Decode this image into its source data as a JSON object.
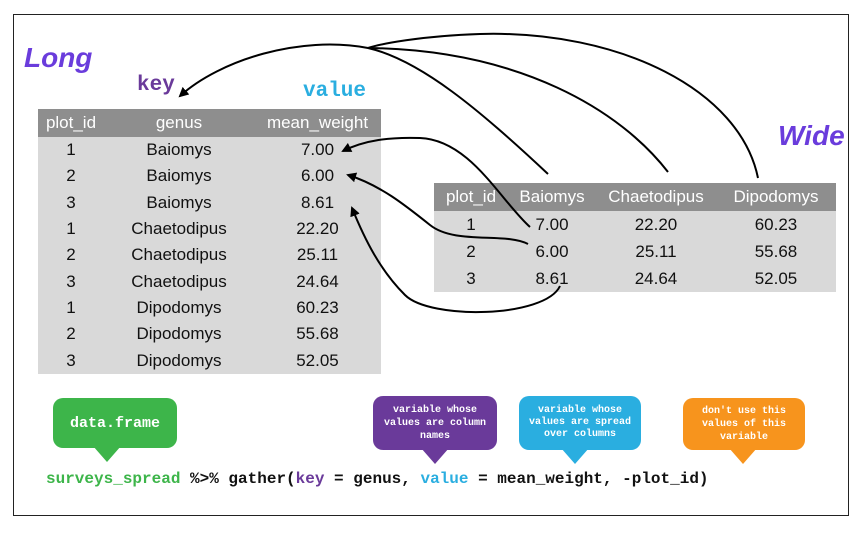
{
  "titles": {
    "long": "Long",
    "wide": "Wide"
  },
  "labels": {
    "key": "key",
    "value": "value"
  },
  "colors": {
    "title": "#6a3cdc",
    "key": "#6a3a9a",
    "value": "#2aaee0",
    "exclude": "#f7941d",
    "dataframe": "#3db54a"
  },
  "long_table": {
    "headers": [
      "plot_id",
      "genus",
      "mean_weight"
    ],
    "rows": [
      [
        "1",
        "Baiomys",
        "7.00"
      ],
      [
        "2",
        "Baiomys",
        "6.00"
      ],
      [
        "3",
        "Baiomys",
        "8.61"
      ],
      [
        "1",
        "Chaetodipus",
        "22.20"
      ],
      [
        "2",
        "Chaetodipus",
        "25.11"
      ],
      [
        "3",
        "Chaetodipus",
        "24.64"
      ],
      [
        "1",
        "Dipodomys",
        "60.23"
      ],
      [
        "2",
        "Dipodomys",
        "55.68"
      ],
      [
        "3",
        "Dipodomys",
        "52.05"
      ]
    ]
  },
  "wide_table": {
    "headers": [
      "plot_id",
      "Baiomys",
      "Chaetodipus",
      "Dipodomys"
    ],
    "rows": [
      [
        "1",
        "7.00",
        "22.20",
        "60.23"
      ],
      [
        "2",
        "6.00",
        "25.11",
        "55.68"
      ],
      [
        "3",
        "8.61",
        "24.64",
        "52.05"
      ]
    ]
  },
  "bubbles": {
    "dataframe": "data.frame",
    "key": "variable whose values are column names",
    "value": "variable whose values are spread over columns",
    "exclude": "don't use this values of this variable"
  },
  "code": {
    "part1": "surveys_spread",
    "part2": " %>% gather(",
    "part3": "key",
    "part4": " = genus, ",
    "part5": "value",
    "part6": " = mean_weight, -plot_id)"
  }
}
